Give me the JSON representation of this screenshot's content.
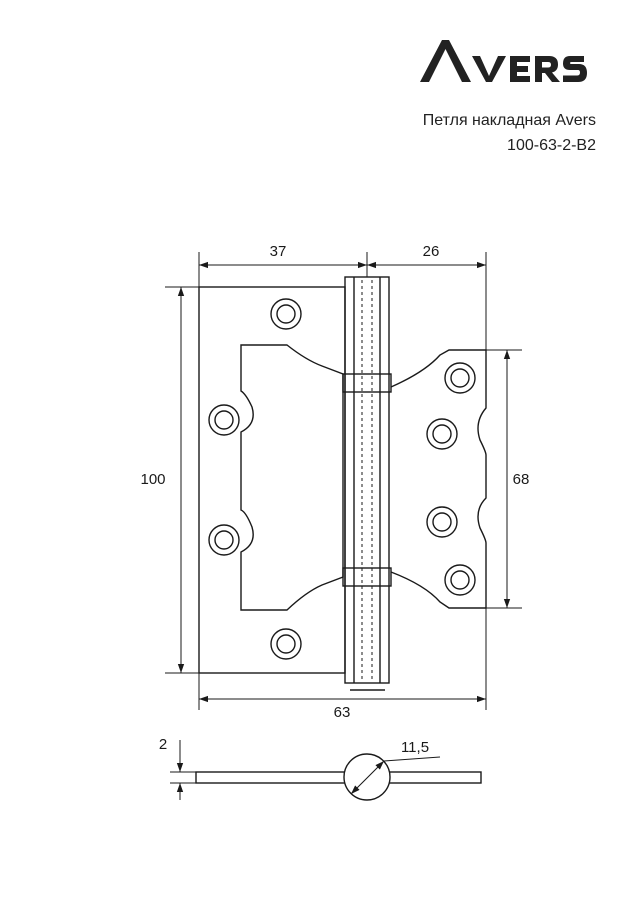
{
  "brand": {
    "logo_text": "AVERS"
  },
  "product": {
    "name": "Петля накладная Avers",
    "code": "100-63-2-B2"
  },
  "dimensions": {
    "left_leaf_width": "37",
    "right_leaf_width": "26",
    "total_height": "100",
    "right_leaf_height": "68",
    "total_width": "63",
    "thickness": "2",
    "knuckle_diameter": "11,5"
  },
  "colors": {
    "line": "#1a1a1a",
    "logo": "#222222"
  }
}
